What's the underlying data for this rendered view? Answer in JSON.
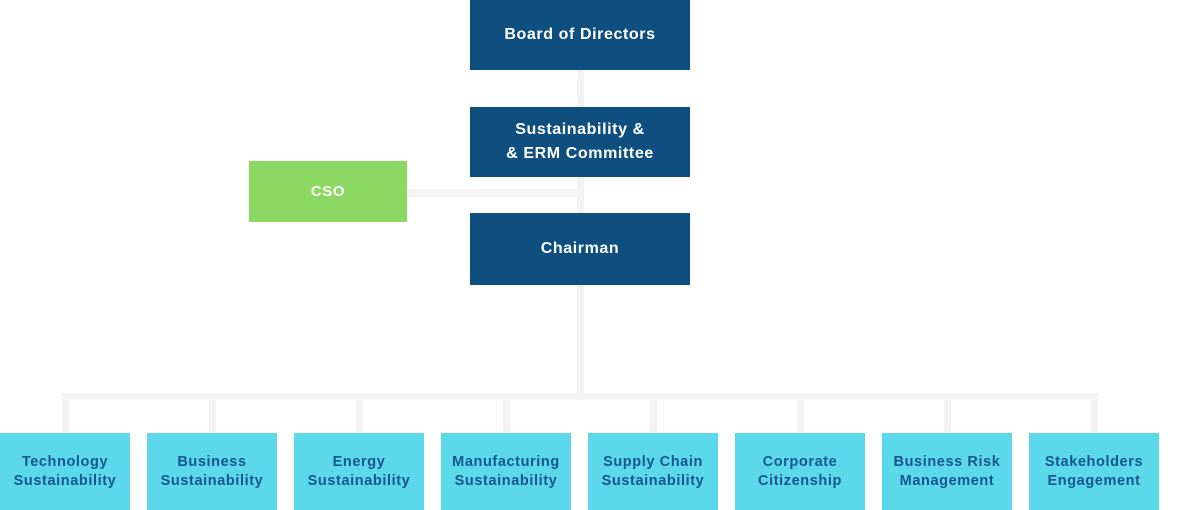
{
  "nodes": {
    "board": {
      "label": "Board of Directors"
    },
    "committee": {
      "line1": "Sustainability &",
      "line2": "& ERM Committee"
    },
    "cso": {
      "label": "CSO"
    },
    "chairman": {
      "label": "Chairman"
    },
    "departments": [
      {
        "line1": "Technology",
        "line2": "Sustainability"
      },
      {
        "line1": "Business",
        "line2": "Sustainability"
      },
      {
        "line1": "Energy",
        "line2": "Sustainability"
      },
      {
        "line1": "Manufacturing",
        "line2": "Sustainability"
      },
      {
        "line1": "Supply Chain",
        "line2": "Sustainability"
      },
      {
        "line1": "Corporate",
        "line2": "Citizenship"
      },
      {
        "line1": "Business Risk",
        "line2": "Management"
      },
      {
        "line1": "Stakeholders",
        "line2": "Engagement"
      }
    ]
  },
  "colors": {
    "primary_blue": "#0E4F80",
    "accent_green": "#8BD963",
    "light_blue": "#5BD9EB",
    "department_text": "#17568C",
    "connector_gray": "#F3F3F3",
    "node_text": "#FFFFFF"
  }
}
